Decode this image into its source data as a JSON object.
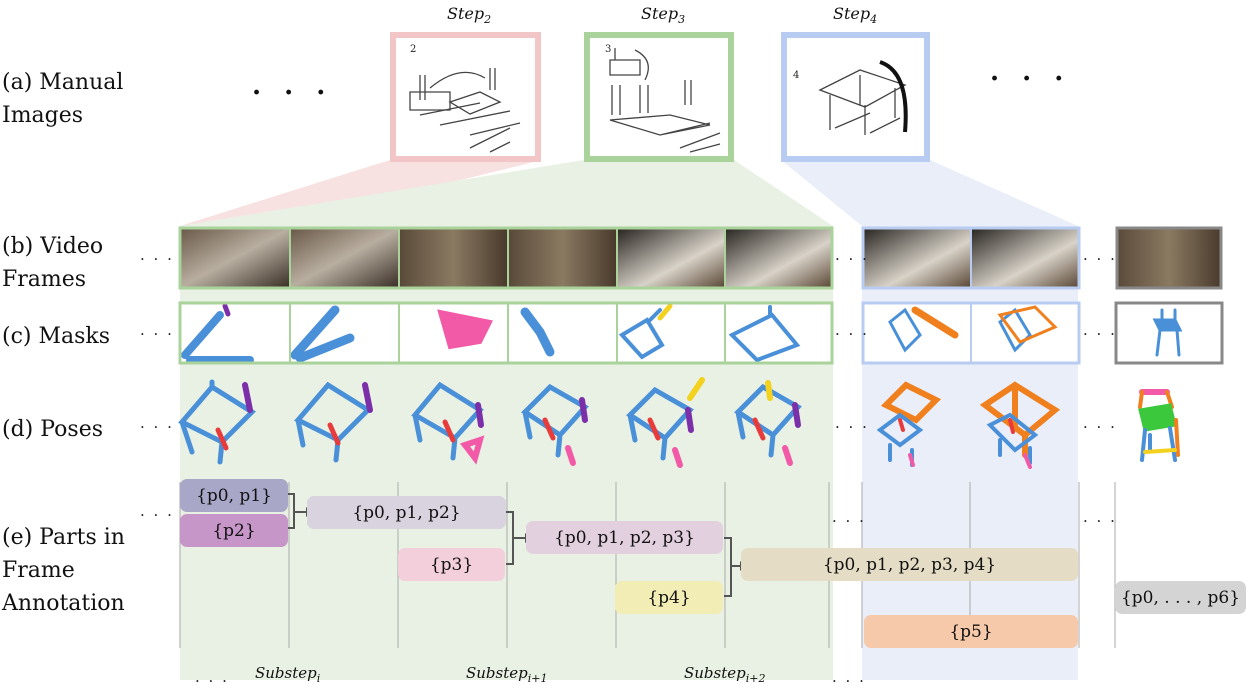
{
  "rows": {
    "a": [
      "(a) Manual",
      "Images"
    ],
    "b": [
      "(b) Video",
      "Frames"
    ],
    "c": [
      "(c) Masks"
    ],
    "d": [
      "(d) Poses"
    ],
    "e": [
      "(e) Parts in",
      "Frame",
      "Annotation"
    ]
  },
  "steps": [
    {
      "base": "Step",
      "sub": "2"
    },
    {
      "base": "Step",
      "sub": "3"
    },
    {
      "base": "Step",
      "sub": "4"
    }
  ],
  "manual_step_numbers": [
    "2",
    "3",
    "4"
  ],
  "ellipsis": "· · ·",
  "small_ellipsis": "· · ·",
  "annotations": [
    {
      "text": "{p0, p1}",
      "color": "#a9a7c8"
    },
    {
      "text": "{p2}",
      "color": "#c796c9"
    },
    {
      "text": "{p0, p1, p2}",
      "color": "#d9d3e0"
    },
    {
      "text": "{p3}",
      "color": "#f3cfdc"
    },
    {
      "text": "{p0, p1, p2, p3}",
      "color": "#e3d0df"
    },
    {
      "text": "{p4}",
      "color": "#f2edb4"
    },
    {
      "text": "{p0, p1, p2, p3, p4}",
      "color": "#e4dcc4"
    },
    {
      "text": "{p5}",
      "color": "#f5c9a9"
    },
    {
      "text": "{p0, . . . , p6}",
      "color": "#d4d4d4"
    }
  ],
  "substeps": [
    {
      "base": "Substep",
      "sub": "i"
    },
    {
      "base": "Substep",
      "sub": "i+1"
    },
    {
      "base": "Substep",
      "sub": "i+2"
    }
  ],
  "colors": {
    "step2": "#f2c6c6",
    "step3": "#a9d39b",
    "step4": "#b8ccf2",
    "green_bg": "#e8f1e3",
    "blue_bg": "#e9eef8",
    "part_blue": "#4a90d9",
    "part_purple": "#7b2fa8",
    "part_red": "#e83b3b",
    "part_pink": "#f25aa8",
    "part_yellow": "#f2d21e",
    "part_orange": "#f0801e",
    "part_green": "#3cc83c"
  }
}
